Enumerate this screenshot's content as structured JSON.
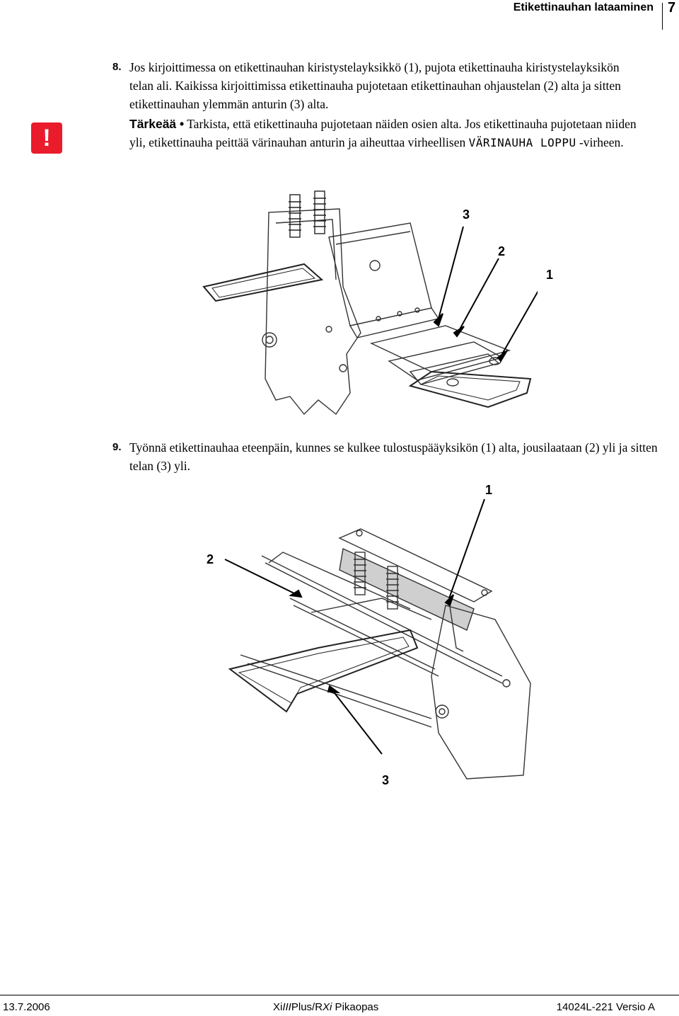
{
  "header": {
    "title": "Etikettinauhan lataaminen",
    "page_number": "7"
  },
  "steps": [
    {
      "number": "8.",
      "text": "Jos kirjoittimessa on etikettinauhan kiristystelayksikkö (1), pujota etikettinauha kiristystelayksikön telan ali. Kaikissa kirjoittimissa etikettinauha pujotetaan etikettinauhan ohjaustelan (2) alta ja sitten etikettinauhan ylemmän anturin (3) alta."
    },
    {
      "number": "9.",
      "text": "Työnnä etikettinauhaa eteenpäin, kunnes se kulkee tulostuspääyksikön (1) alta, jousilaataan (2) yli ja sitten telan (3) yli."
    }
  ],
  "important": {
    "icon": "exclamation-icon",
    "icon_glyph": "!",
    "icon_color": "#ea1c2b",
    "label": "Tärkeää •",
    "text": "Tarkista, että etikettinauha pujotetaan näiden osien alta. Jos etikettinauha pujotetaan niiden yli, etikettinauha peittää värinauhan anturin ja aiheuttaa virheellisen",
    "code": "VÄRINAUHA LOPPU",
    "suffix": "-virheen."
  },
  "figure1": {
    "callouts": [
      "3",
      "2",
      "1"
    ]
  },
  "figure2": {
    "callouts": [
      "1",
      "2",
      "3"
    ]
  },
  "footer": {
    "date": "13.7.2006",
    "doc_title_prefix": "Xi",
    "doc_title_italic": "III",
    "doc_title_mid": "Plus/R",
    "doc_title_italic2": "Xi",
    "doc_title_suffix": " Pikaopas",
    "doc_id": "14024L-221 Versio A"
  }
}
